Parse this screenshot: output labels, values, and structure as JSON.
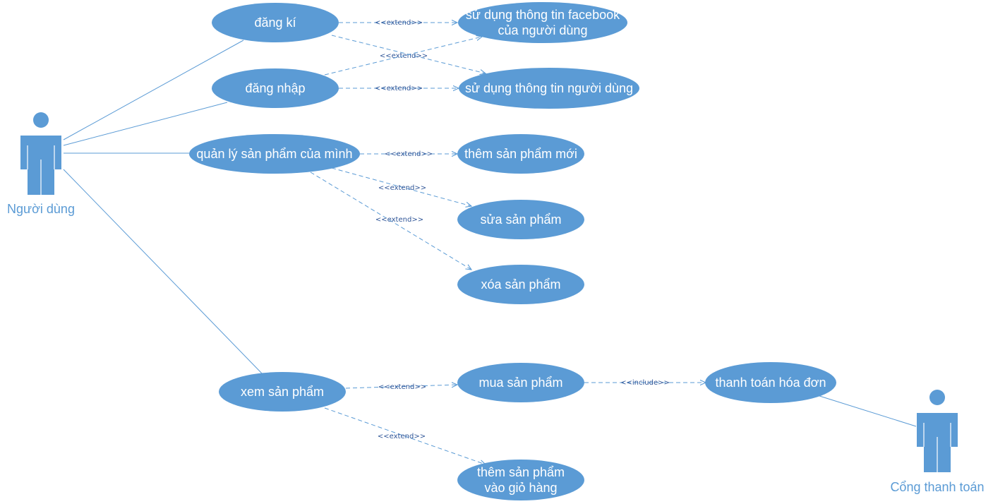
{
  "colors": {
    "shape": "#5b9bd5",
    "text_on_shape": "#ffffff",
    "stereotype_text": "#2f5597"
  },
  "actors": {
    "user": {
      "label": "Người dùng",
      "icon": "stick-figure-icon"
    },
    "payment": {
      "label": "Cổng thanh toán",
      "icon": "stick-figure-icon"
    }
  },
  "use_cases": {
    "register": [
      "đăng kí"
    ],
    "login": [
      "đăng nhập"
    ],
    "fb_info": [
      "sử dụng thông tin facebook",
      "của người dùng"
    ],
    "user_info": [
      "sử dụng thông tin người dùng"
    ],
    "manage_products": [
      "quản lý sản phẩm của mình"
    ],
    "add_product": [
      "thêm sản phẩm mới"
    ],
    "edit_product": [
      "sửa sản phẩm"
    ],
    "delete_product": [
      "xóa sản phẩm"
    ],
    "view_products": [
      "xem sản phẩm"
    ],
    "buy_product": [
      "mua sản phẩm"
    ],
    "pay_invoice": [
      "thanh toán hóa đơn"
    ],
    "add_to_cart": [
      "thêm sản phẩm",
      "vào giỏ hàng"
    ]
  },
  "relations": [
    {
      "from": "register",
      "to": "fb_info",
      "label": "<<extend>>"
    },
    {
      "from": "register",
      "to": "user_info",
      "label": "<<extend>>"
    },
    {
      "from": "login",
      "to": "fb_info",
      "label": ""
    },
    {
      "from": "login",
      "to": "user_info",
      "label": "<<extend>>"
    },
    {
      "from": "manage_products",
      "to": "add_product",
      "label": "<<extend>>"
    },
    {
      "from": "manage_products",
      "to": "edit_product",
      "label": "<<extend>>"
    },
    {
      "from": "manage_products",
      "to": "delete_product",
      "label": "<<extend>>"
    },
    {
      "from": "view_products",
      "to": "buy_product",
      "label": "<<extend>>"
    },
    {
      "from": "view_products",
      "to": "add_to_cart",
      "label": "<<extend>>"
    },
    {
      "from": "buy_product",
      "to": "pay_invoice",
      "label": "<<include>>"
    }
  ],
  "associations": [
    {
      "actor": "user",
      "use_case": "register"
    },
    {
      "actor": "user",
      "use_case": "login"
    },
    {
      "actor": "user",
      "use_case": "manage_products"
    },
    {
      "actor": "user",
      "use_case": "view_products"
    },
    {
      "actor": "payment",
      "use_case": "pay_invoice"
    }
  ]
}
